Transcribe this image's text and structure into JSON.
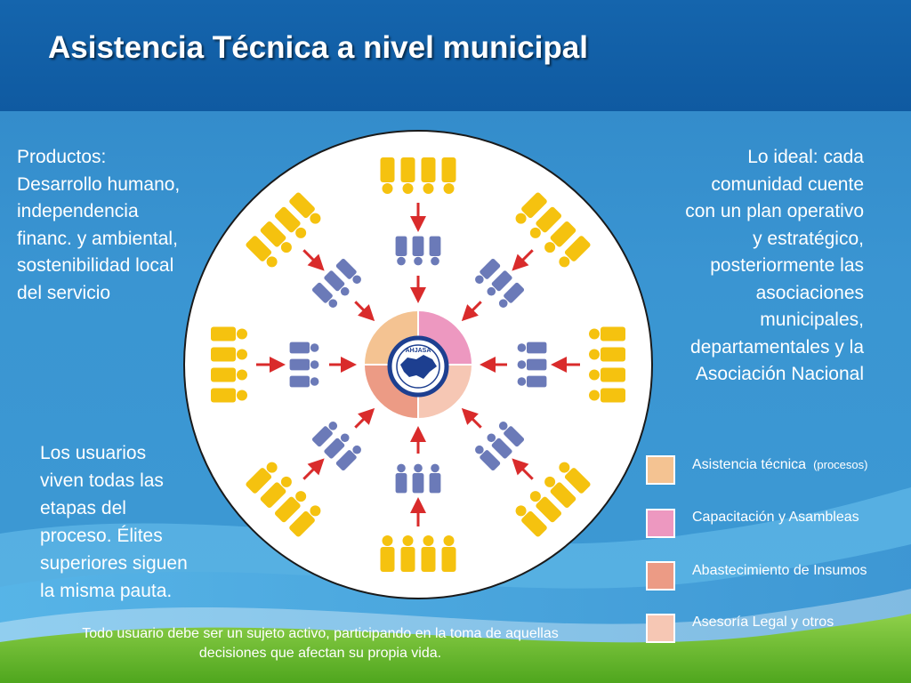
{
  "title": "Asistencia Técnica a nivel municipal",
  "colors": {
    "header": "#1565ad",
    "background": "#3a95d2",
    "circle": "#ffffff",
    "outer_figure": "#f5c20f",
    "inner_figure": "#6b7ab8",
    "arrow": "#d92b2b",
    "quadrant_asistencia": "#f4c392",
    "quadrant_capacitacion": "#ed98c0",
    "quadrant_abastecimiento": "#ec9b85",
    "quadrant_asesoria": "#f6c7b4",
    "logo_blue": "#1d3f90"
  },
  "left_text": {
    "lines": [
      "Productos:",
      "Desarrollo humano,",
      "independencia",
      "financ. y ambiental,",
      "sostenibilidad local",
      "del servicio"
    ]
  },
  "right_text": {
    "lines": [
      "Lo ideal: cada",
      "comunidad cuente",
      "con un plan operativo",
      "y estratégico,",
      "posteriormente las",
      "asociaciones",
      "municipales,",
      "departamentales y la",
      "Asociación Nacional"
    ]
  },
  "users_text": {
    "lines": [
      "Los usuarios",
      "viven todas las",
      "etapas del",
      "proceso. Élites",
      "superiores siguen",
      "la misma pauta."
    ]
  },
  "footer_text": {
    "lines": [
      "Todo usuario debe ser un sujeto activo, participando en la toma de aquellas",
      "decisiones que afectan su propia vida."
    ]
  },
  "logo": {
    "text": "AHJASA"
  },
  "legend": [
    {
      "label": "Asistencia técnica",
      "note": "(procesos)",
      "color": "#f4c392"
    },
    {
      "label": "Capacitación  y Asambleas",
      "note": "",
      "color": "#ed98c0"
    },
    {
      "label": "Abastecimiento de Insumos",
      "note": "",
      "color": "#ec9b85"
    },
    {
      "label": "Asesoría  Legal y otros",
      "note": "",
      "color": "#f6c7b4"
    }
  ]
}
